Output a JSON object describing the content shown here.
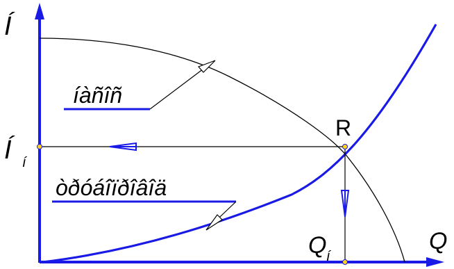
{
  "labels": {
    "y_axis": "Í",
    "x_axis": "Q",
    "y_op": "Í",
    "y_op_sub": "í",
    "x_op": "Q",
    "x_op_sub": "í",
    "point": "R",
    "pump_curve": "íàñîñ",
    "pipe_curve": "òðóáîïðîâîä"
  },
  "colors": {
    "axis": "#1a1ae6",
    "pipe_curve": "#1a1ae6",
    "pump_curve": "#000000",
    "marker_fill": "#ffd21a"
  }
}
